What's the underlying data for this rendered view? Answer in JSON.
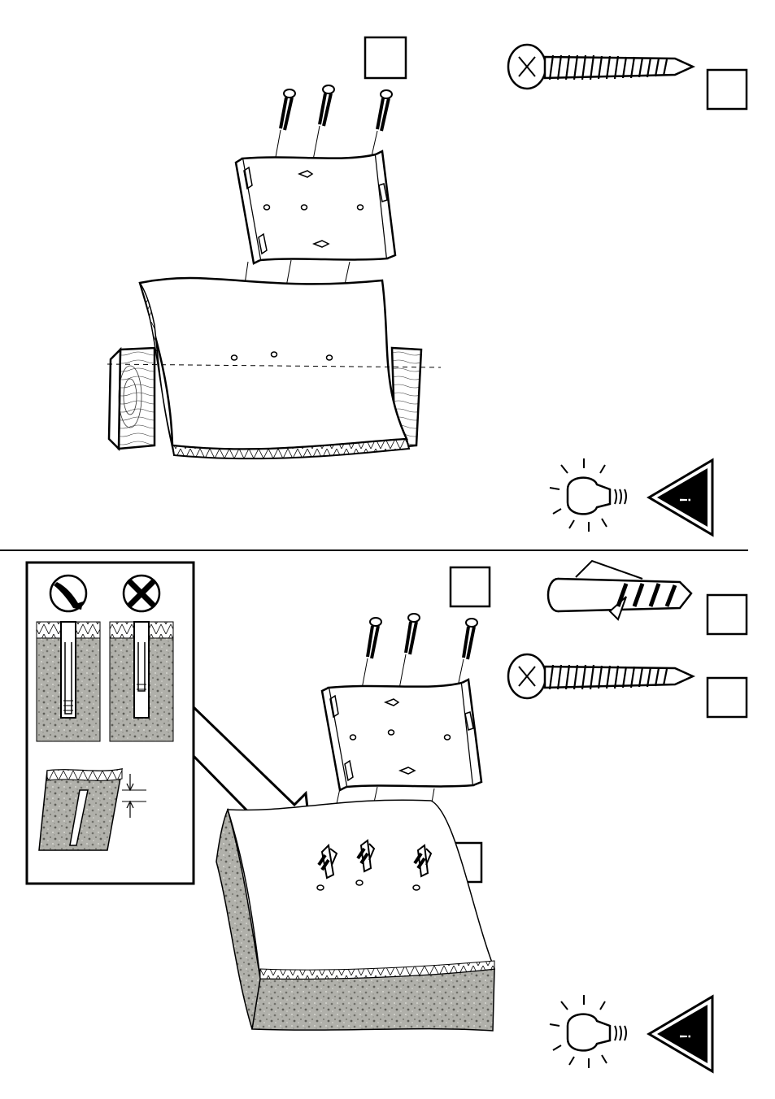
{
  "figure": {
    "kind": "assembly-instruction",
    "colors": {
      "ink": "#000000",
      "paper": "#ffffff",
      "wood_grain": "#222222",
      "concrete": "#a9a9a3",
      "concrete_dark": "#7d7d77",
      "panel_edge_fill": "#ffffff"
    },
    "panels": [
      {
        "id": "wood-mount",
        "part_boxes": [
          "",
          ""
        ],
        "parts": [
          "screw"
        ],
        "icons": [
          "tip-lightbulb-icon",
          "warning-triangle-icon"
        ]
      },
      {
        "id": "wall-mount",
        "part_boxes": [
          "",
          "",
          "",
          ""
        ],
        "parts": [
          "wall-plug",
          "screw"
        ],
        "inset": {
          "allowed": "correct-drill-icon",
          "forbidden": "wrong-drill-icon"
        },
        "icons": [
          "tip-lightbulb-icon",
          "warning-triangle-icon"
        ]
      }
    ],
    "warning_glyph": "!"
  }
}
